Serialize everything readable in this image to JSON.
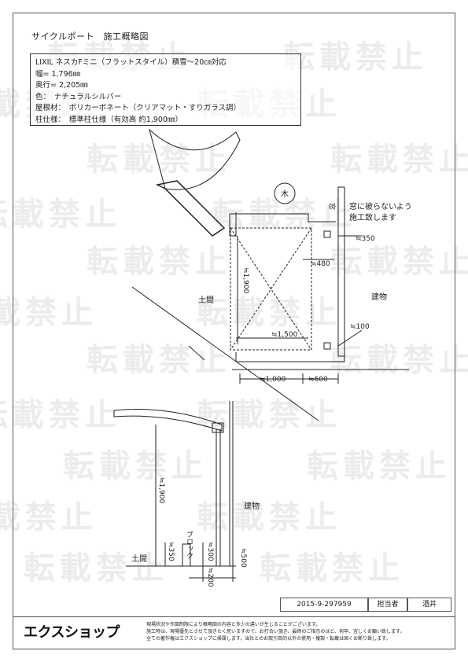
{
  "title": "サイクルポート　施工概略図",
  "spec": {
    "line1": "LIXIL ネスカFミニ（フラットスタイル）積雪～20㎝対応",
    "line2": "幅= 1,796㎜",
    "line3": "奥行= 2,205㎜",
    "line4": "色：　ナチュラルシルバー",
    "line5": "屋根材：　ポリカーボネート（クリアマット・すりガラス調）",
    "line6": "柱仕様：　標準柱仕様（有効高 約1,900㎜）"
  },
  "plan": {
    "tree_symbol": "木",
    "window_label": "窓",
    "window_note_1": "窓に被らないよう",
    "window_note_2": "施工致します",
    "dim_350": "≒350",
    "dim_480": "≒480",
    "dim_1900": "≒1,900",
    "dim_1500": "≒1,500",
    "dim_100": "≒100",
    "dim_1000": "≒1,000",
    "dim_600": "≒600",
    "label_doma": "土間",
    "label_building": "建物"
  },
  "section": {
    "dim_1900": "≒1,900",
    "dim_350": "≒350",
    "dim_300": "≒300",
    "dim_500": "≒500",
    "dim_200": "≒200",
    "block_label": "ブロック",
    "label_doma": "土間",
    "label_building": "建物"
  },
  "watermark": "転載禁止",
  "footer": {
    "doc_number": "2015-9-297959",
    "person_label": "担当者",
    "person_name": "酒井",
    "logo": "エクスショップ",
    "note1": "現場状況や作図制限により概略図の内容と多少の違いが生じることがございます。",
    "note2": "施工時は、現場優先とさせて頂きたく思いますので、お打合い頂き、最終のご指示のほど、何卒、宜しくお願い致します。",
    "note3": "全ての著作権はエクスショップに帰属します。当社とのお取引目的以外の使用・複製・転載は固くお断り致します。"
  }
}
